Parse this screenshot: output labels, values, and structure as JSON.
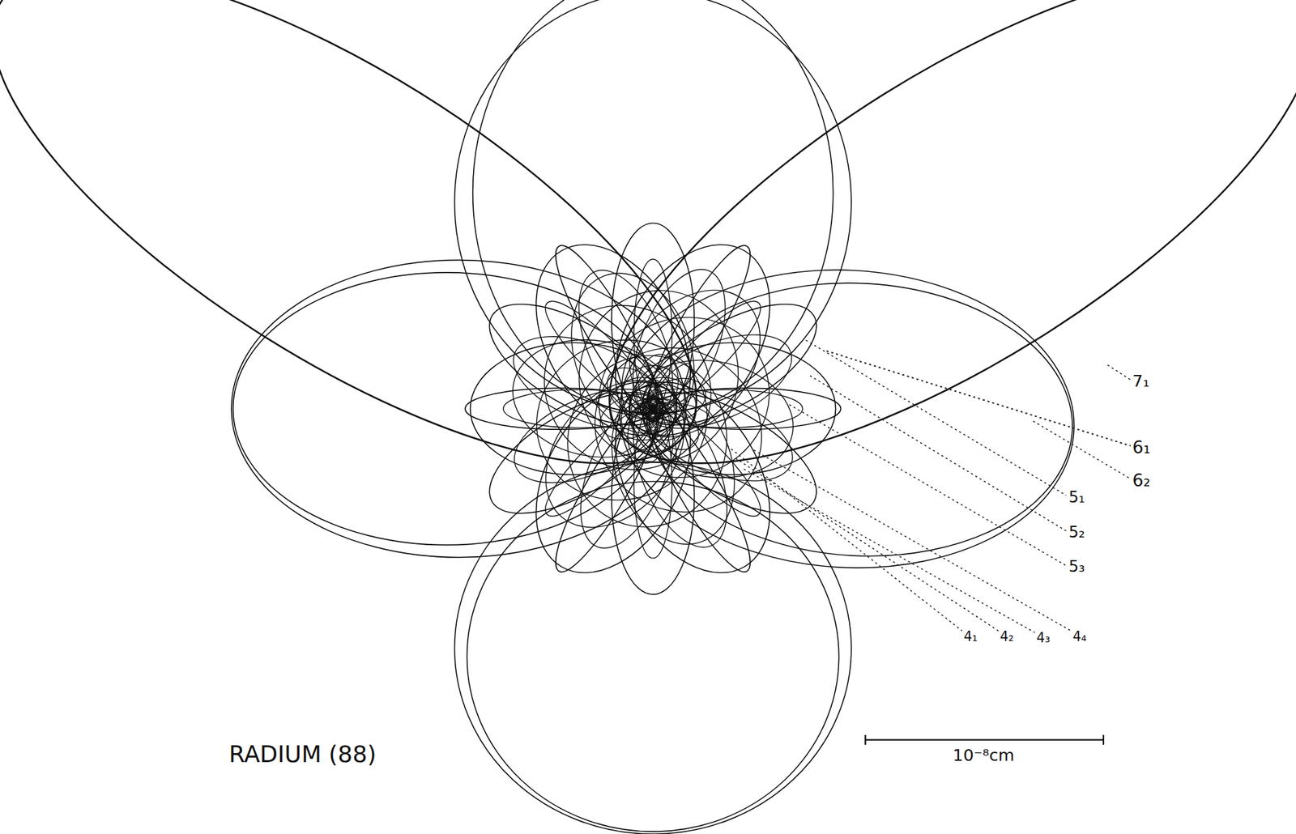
{
  "diagram": {
    "title": "RADIUM (88)",
    "labels": [
      "7₁",
      "6₁",
      "6₂",
      "5₁",
      "5₂",
      "5₃",
      "4₁",
      "4₂",
      "4₃",
      "4₄",
      "10⁻⁸cm"
    ]
  }
}
